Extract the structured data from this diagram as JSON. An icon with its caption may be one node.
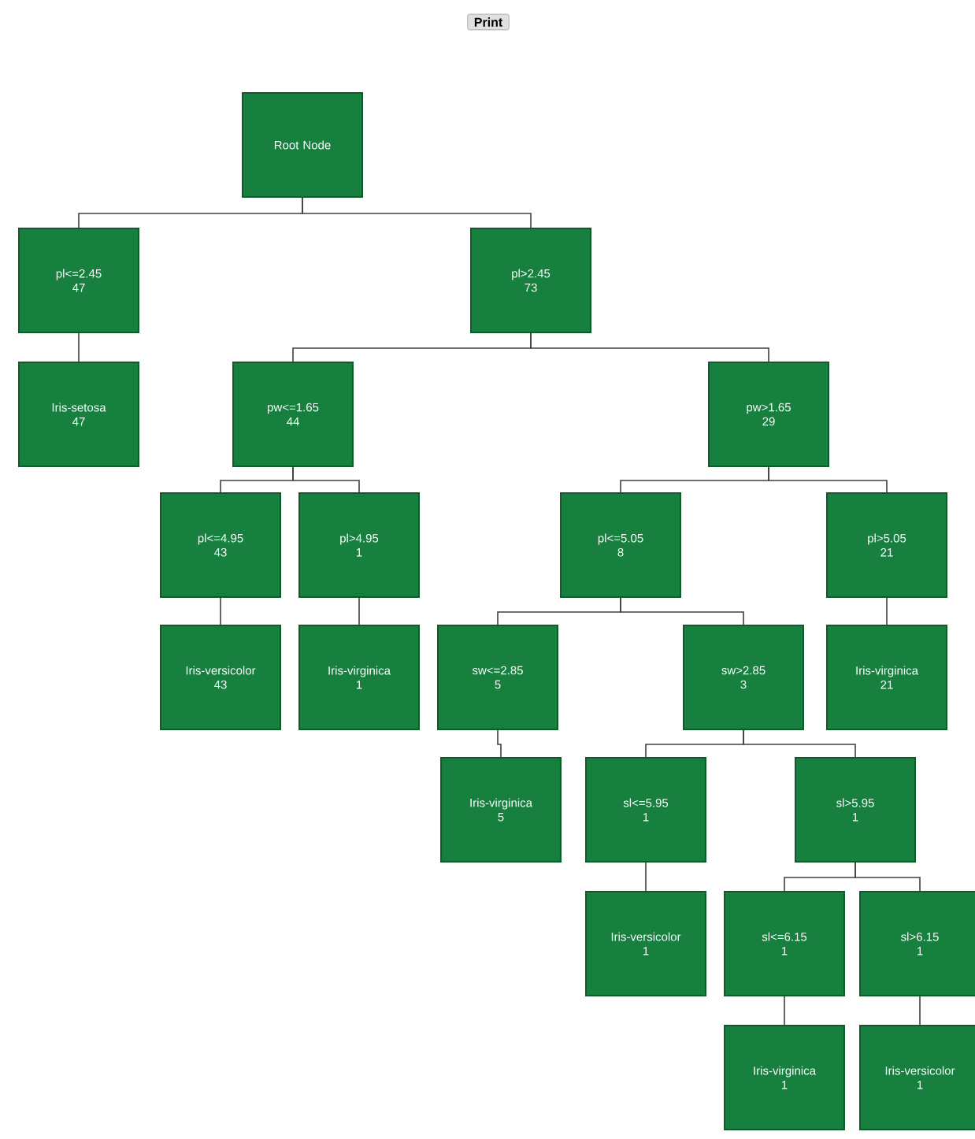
{
  "diagram": {
    "nodes": [
      {
        "text": [
          "Root Node"
        ]
      },
      {
        "text": [
          "pl<=2.45",
          "47"
        ]
      },
      {
        "text": [
          "pl>2.45",
          "73"
        ]
      },
      {
        "text": [
          "Iris-setosa",
          "47"
        ]
      },
      {
        "text": [
          "pw<=1.65",
          "44"
        ]
      },
      {
        "text": [
          "pw>1.65",
          "29"
        ]
      },
      {
        "text": [
          "pl<=4.95",
          "43"
        ]
      },
      {
        "text": [
          "pl>4.95",
          "1"
        ]
      },
      {
        "text": [
          "pl<=5.05",
          "8"
        ]
      },
      {
        "text": [
          "pl>5.05",
          "21"
        ]
      },
      {
        "text": [
          "Iris-versicolor",
          "43"
        ]
      },
      {
        "text": [
          "Iris-virginica",
          "1"
        ]
      },
      {
        "text": [
          "sw<=2.85",
          "5"
        ]
      },
      {
        "text": [
          "sw>2.85",
          "3"
        ]
      },
      {
        "text": [
          "Iris-virginica",
          "21"
        ]
      },
      {
        "text": [
          "Iris-virginica",
          "5"
        ]
      },
      {
        "text": [
          "sl<=5.95",
          "1"
        ]
      },
      {
        "text": [
          "sl>5.95",
          "1"
        ]
      },
      {
        "text": [
          "Iris-versicolor",
          "1"
        ]
      },
      {
        "text": [
          "sl<=6.15",
          "1"
        ]
      },
      {
        "text": [
          "sl>6.15",
          "1"
        ]
      },
      {
        "text": [
          "Iris-virginica",
          "1"
        ]
      },
      {
        "text": [
          "Iris-versicolor",
          "1"
        ]
      }
    ],
    "edges": [
      {
        "from": 0,
        "to": 1,
        "arrow": "none"
      },
      {
        "from": 0,
        "to": 2,
        "arrow": "none"
      },
      {
        "from": 1,
        "to": 3,
        "arrow": "none"
      },
      {
        "from": 2,
        "to": 4,
        "arrow": "none"
      },
      {
        "from": 2,
        "to": 5,
        "arrow": "none"
      },
      {
        "from": 4,
        "to": 6,
        "arrow": "none"
      },
      {
        "from": 4,
        "to": 7,
        "arrow": "none"
      },
      {
        "from": 5,
        "to": 8,
        "arrow": "none"
      },
      {
        "from": 5,
        "to": 9,
        "arrow": "none"
      },
      {
        "from": 6,
        "to": 10,
        "arrow": "none"
      },
      {
        "from": 7,
        "to": 11,
        "arrow": "none"
      },
      {
        "from": 8,
        "to": 12,
        "arrow": "none"
      },
      {
        "from": 8,
        "to": 13,
        "arrow": "none"
      },
      {
        "from": 9,
        "to": 14,
        "arrow": "none"
      },
      {
        "from": 12,
        "to": 15,
        "arrow": "none"
      },
      {
        "from": 13,
        "to": 16,
        "arrow": "none"
      },
      {
        "from": 13,
        "to": 17,
        "arrow": "none"
      },
      {
        "from": 16,
        "to": 18,
        "arrow": "none"
      },
      {
        "from": 17,
        "to": 19,
        "arrow": "none"
      },
      {
        "from": 17,
        "to": 20,
        "arrow": "none"
      },
      {
        "from": 19,
        "to": 21,
        "arrow": "none"
      },
      {
        "from": 20,
        "to": 22,
        "arrow": "none"
      }
    ],
    "labels": [
      "Print"
    ]
  }
}
